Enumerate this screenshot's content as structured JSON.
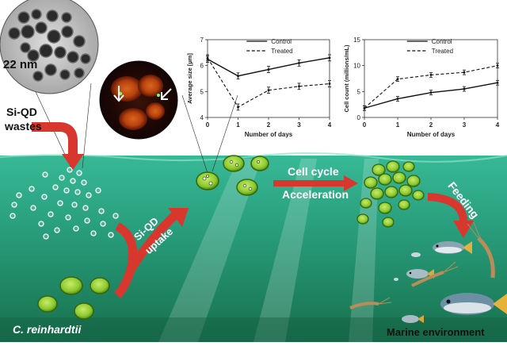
{
  "labels": {
    "scale_bar": "22 nm",
    "source_line1": "Si-QD",
    "source_line2": "wastes",
    "uptake_line1": "Si-QD",
    "uptake_line2": "uptake",
    "cycle_line1": "Cell cycle",
    "cycle_line2": "Acceleration",
    "feeding": "Feeding",
    "organism": "C. reinhardtii",
    "environment": "Marine environment"
  },
  "chart_data": [
    {
      "type": "line",
      "title": "",
      "xlabel": "Number of days",
      "ylabel": "Average size [µm]",
      "xlim": [
        0,
        4
      ],
      "ylim": [
        4,
        7
      ],
      "x_ticks": [
        0,
        1,
        2,
        3,
        4
      ],
      "y_ticks": [
        4,
        5,
        6,
        7
      ],
      "legend_position": "top-center",
      "series": [
        {
          "name": "Control",
          "style": "solid",
          "x": [
            0,
            1,
            2,
            3,
            4
          ],
          "y": [
            6.25,
            5.6,
            5.85,
            6.1,
            6.3
          ]
        },
        {
          "name": "Treated",
          "style": "dashed",
          "x": [
            0,
            1,
            2,
            3,
            4
          ],
          "y": [
            6.3,
            4.4,
            5.05,
            5.2,
            5.3
          ]
        }
      ]
    },
    {
      "type": "line",
      "title": "",
      "xlabel": "Number of days",
      "ylabel": "Cell count (millions/mL)",
      "xlim": [
        0,
        4
      ],
      "ylim": [
        0,
        15
      ],
      "x_ticks": [
        0,
        1,
        2,
        3,
        4
      ],
      "y_ticks": [
        0,
        5,
        10,
        15
      ],
      "legend_position": "top-center",
      "series": [
        {
          "name": "Control",
          "style": "solid",
          "x": [
            0,
            1,
            2,
            3,
            4
          ],
          "y": [
            1.8,
            3.6,
            4.8,
            5.5,
            6.7
          ]
        },
        {
          "name": "Treated",
          "style": "dashed",
          "x": [
            0,
            1,
            2,
            3,
            4
          ],
          "y": [
            1.8,
            7.4,
            8.2,
            8.7,
            10.0
          ]
        }
      ]
    }
  ],
  "colors": {
    "water_top": "#2fb08d",
    "water_bottom": "#1b7a55",
    "arrow": "#d8372e",
    "cell_fill": "#9bd43c",
    "cell_edge": "#3c6e12",
    "micrograph_bg": "#c9c9c9",
    "fluorescence_bg": "#2a0c08"
  }
}
